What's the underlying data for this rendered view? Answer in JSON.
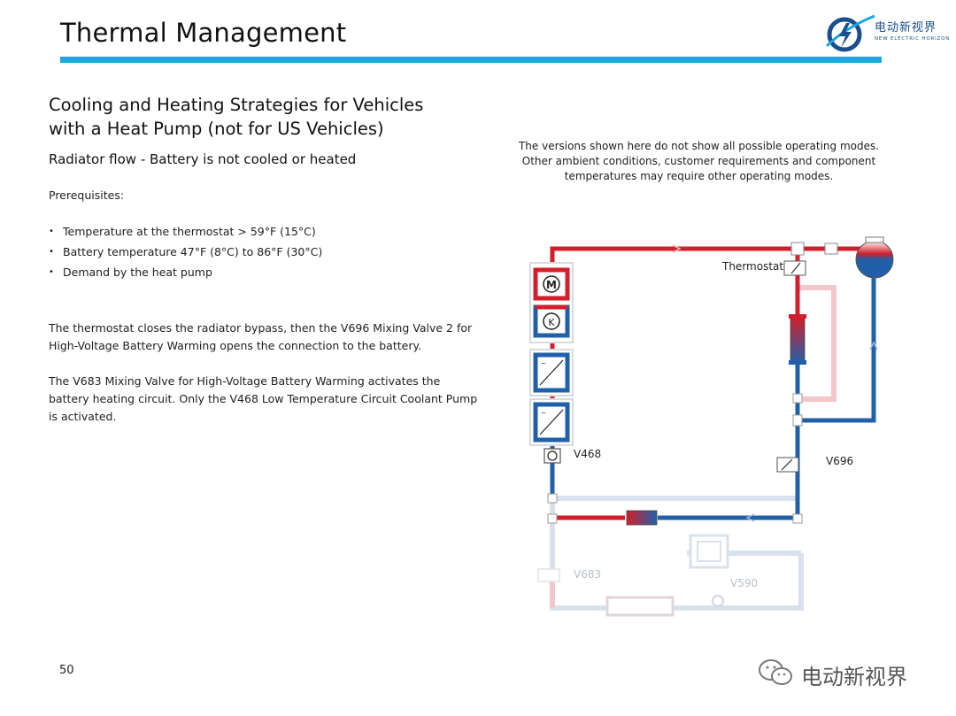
{
  "header": {
    "title": "Thermal Management",
    "logo": {
      "name_cn": "电动新视界",
      "name_en": "NEW ELECTRIC HORIZON"
    }
  },
  "content": {
    "heading": "Cooling and Heating Strategies for Vehicles with a Heat Pump (not for US Vehicles)",
    "subheading": "Radiator flow - Battery is not cooled or heated",
    "prereq_label": "Prerequisites:",
    "prerequisites": [
      "Temperature at the thermostat > 59°F (15°C)",
      "Battery temperature 47°F (8°C) to 86°F (30°C)",
      "Demand by the heat pump"
    ],
    "paragraph1": "The thermostat closes the radiator bypass, then the V696 Mixing Valve 2 for High-Voltage Battery Warming opens the connection to the battery.",
    "paragraph2": "The V683 Mixing Valve for High-Voltage Battery Warming activates the battery heating circuit.  Only the V468 Low Temperature Circuit Coolant Pump is activated."
  },
  "note": "The versions shown here do not show all possible operating modes. Other ambient conditions, customer requirements and component temperatures may require other operating modes.",
  "diagram": {
    "labels": {
      "thermostat": "Thermostat",
      "v468": "V468",
      "v696": "V696",
      "v683": "V683",
      "v590": "V590"
    },
    "colors": {
      "hot": "#d21f2b",
      "cold": "#2160a8",
      "inactive": "#d8e1ec",
      "inactive_hot": "#f3c6c9"
    }
  },
  "footer": {
    "page_number": "50",
    "watermark": "电动新视界"
  }
}
